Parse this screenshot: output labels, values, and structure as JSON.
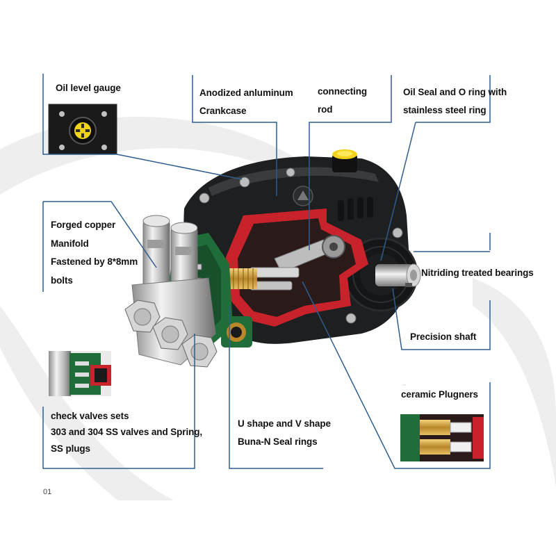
{
  "labels": {
    "oil_gauge": "Oil level gauge",
    "crankcase_1": "Anodized anluminum",
    "crankcase_2": "Crankcase",
    "rod_1": "connecting",
    "rod_2": "rod",
    "oilseal_1": "Oil Seal and O ring with",
    "oilseal_2": "stainless steel ring",
    "manifold_1": "Forged copper",
    "manifold_2": "Manifold",
    "manifold_3": "Fastened by 8*8mm",
    "manifold_4": "bolts",
    "bearings": "Nitriding treated bearings",
    "shaft": "Precision shaft",
    "plungers": "ceramic Plugners",
    "valves_1": "check valves sets",
    "valves_2": "303 and 304 SS valves and Spring,",
    "valves_3": "SS plugs",
    "seals_1": "U shape and V shape",
    "seals_2": "Buna-N Seal rings"
  },
  "page_number": "01",
  "colors": {
    "line": "#2e5d8f",
    "crankcase": "#1e1f20",
    "cutaway": "#c8232a",
    "manifold_green": "#1f6e3a",
    "brass": "#c9a23c",
    "nickel": "#c9c9c9",
    "gauge_yellow": "#f2d21b"
  }
}
